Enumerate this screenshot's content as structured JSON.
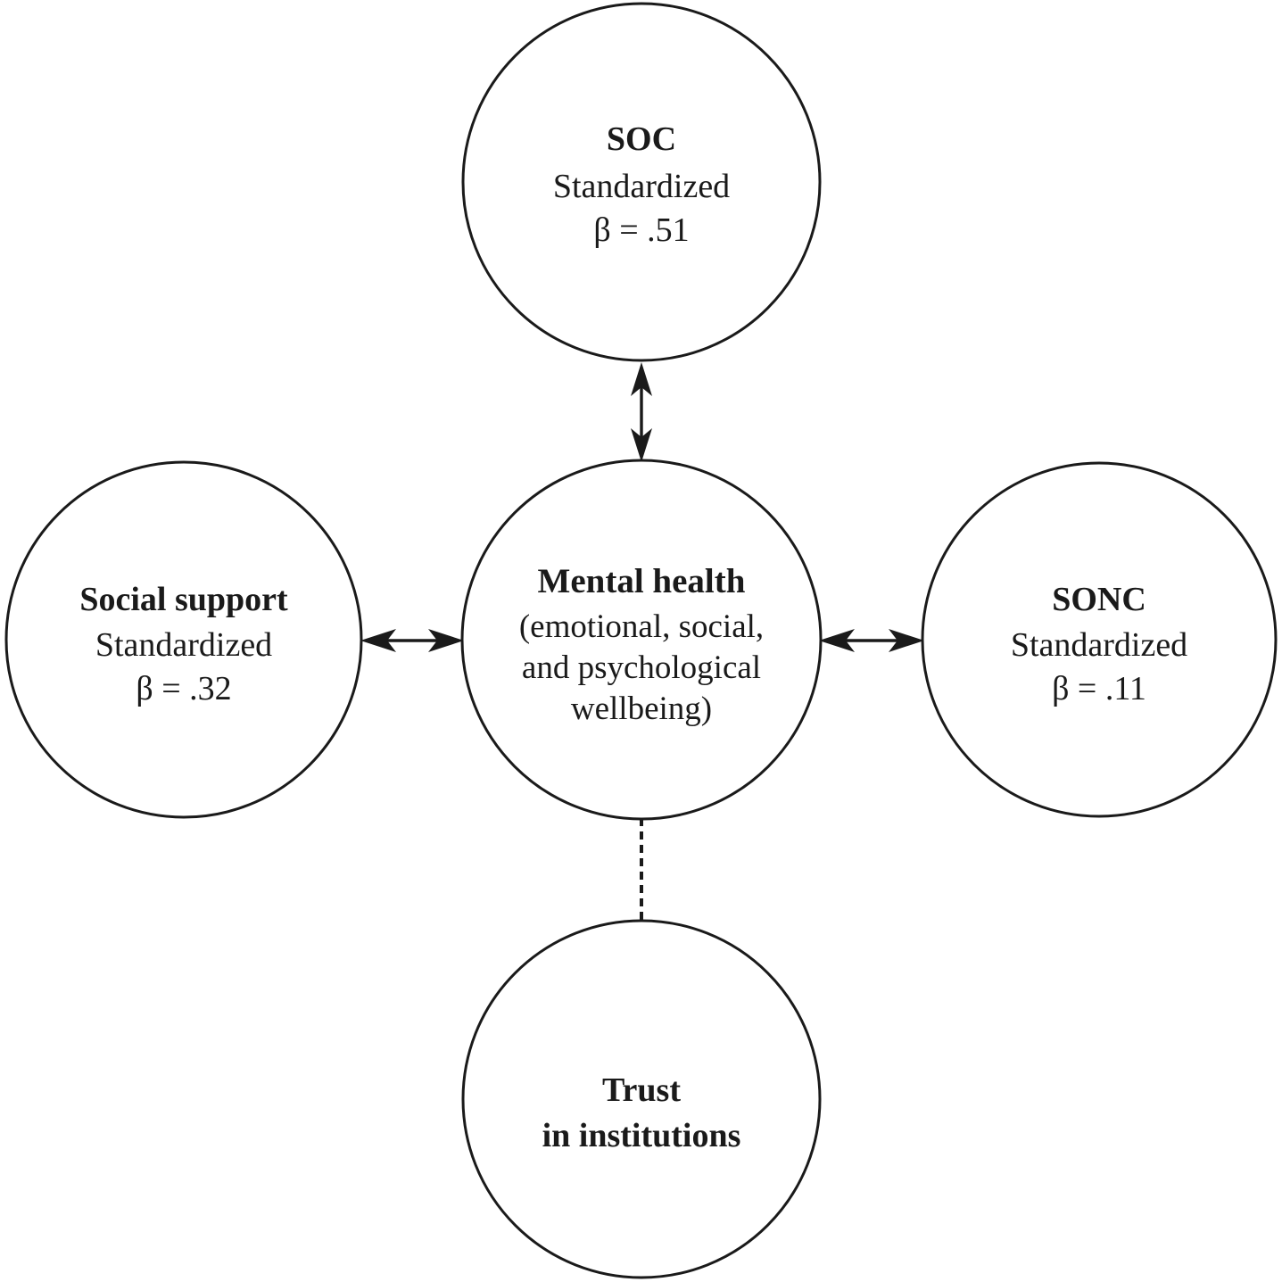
{
  "diagram": {
    "type": "node-link concept model",
    "background_color": "#ffffff",
    "stroke_color": "#1a1a1a",
    "nodes": {
      "top": {
        "id": "soc",
        "title": "SOC",
        "line2": "Standardized",
        "line3": "β = .51",
        "beta_value": ".51"
      },
      "left": {
        "id": "social-support",
        "title": "Social support",
        "line2": "Standardized",
        "line3": "β = .32",
        "beta_value": ".32"
      },
      "center": {
        "id": "mental-health",
        "title": "Mental health",
        "line2": "(emotional, social,",
        "line3": "and psychological",
        "line4": "wellbeing)"
      },
      "right": {
        "id": "sonc",
        "title": "SONC",
        "line2": "Standardized",
        "line3": "β = .11",
        "beta_value": ".11"
      },
      "bottom": {
        "id": "trust-in-institutions",
        "title": "Trust",
        "line2": "in institutions"
      }
    },
    "edges": [
      {
        "id": "edge-soc-mentalhealth",
        "from": "mental-health",
        "to": "soc",
        "style": "solid",
        "arrows": "double"
      },
      {
        "id": "edge-socialsupport-mentalhealth",
        "from": "social-support",
        "to": "mental-health",
        "style": "solid",
        "arrows": "double"
      },
      {
        "id": "edge-mentalhealth-sonc",
        "from": "mental-health",
        "to": "sonc",
        "style": "solid",
        "arrows": "double"
      },
      {
        "id": "edge-mentalhealth-trust",
        "from": "mental-health",
        "to": "trust-in-institutions",
        "style": "dashed",
        "arrows": "none"
      }
    ]
  }
}
